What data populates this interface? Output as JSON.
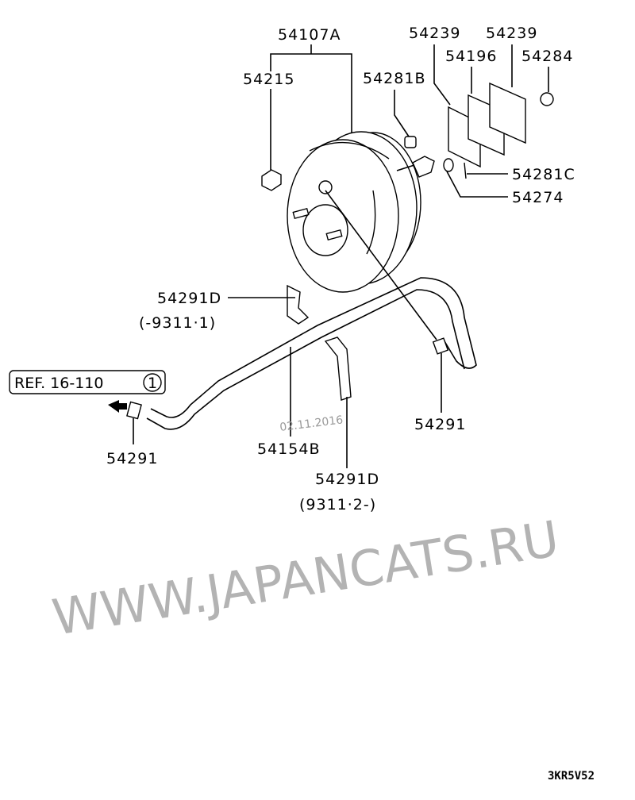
{
  "callouts": {
    "booster": "54107A",
    "check_valve_nut": "54215",
    "gasket_left": "54239",
    "gasket_right": "54239",
    "spacer": "54196",
    "nut": "54284",
    "pin": "54281B",
    "clip": "54281C",
    "washer": "54274",
    "bracket_upper": "54291D",
    "bracket_upper_note": "(-9311·1)",
    "bracket_lower": "54291D",
    "bracket_lower_note": "(9311·2-)",
    "hose": "54154B",
    "clamp_right": "54291",
    "clamp_left": "54291"
  },
  "reference": {
    "label": "REF. 16-110",
    "circled_number": "1"
  },
  "watermark": "WWW.JAPANCATS.RU",
  "date_stamp": "02.11.2016",
  "diagram_code": "3KR5V52"
}
